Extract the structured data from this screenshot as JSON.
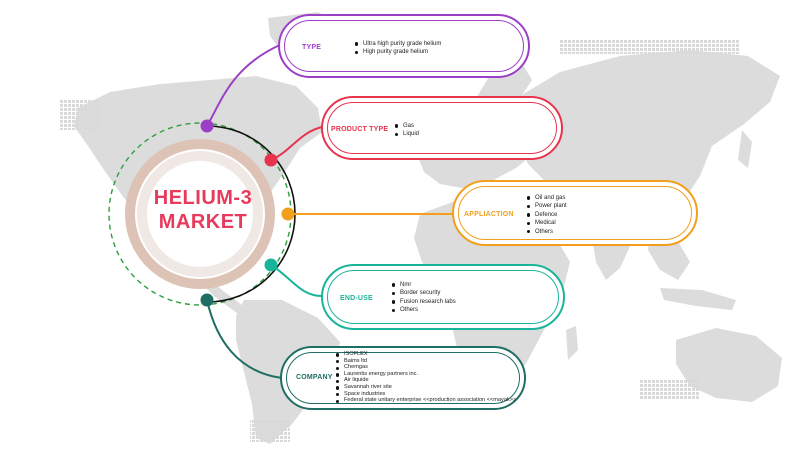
{
  "center": {
    "line1": "HELIUM-3",
    "line2": "MARKET"
  },
  "segments": [
    {
      "label": "TYPE",
      "color": "#9b3fc7",
      "items": [
        "Ultra high purity grade helium",
        "High purity grade helium"
      ]
    },
    {
      "label": "PRODUCT TYPE",
      "color": "#e8334f",
      "items": [
        "Gas",
        "Liquid"
      ]
    },
    {
      "label": "APPLIACTION",
      "color": "#f2a01c",
      "items": [
        "Oil and gas",
        "Power plant",
        "Defence",
        "Medical",
        "Others"
      ]
    },
    {
      "label": "END-USE",
      "color": "#19b59a",
      "items": [
        "Nmr",
        "Border security",
        "Fusion research labs",
        "Others"
      ]
    },
    {
      "label": "COMPANY",
      "color": "#1e6e63",
      "items": [
        "ISOFLEX",
        "Baims ltd",
        "Chemgas",
        "Laurentis energy partners inc.",
        "Air liquide",
        "Savannah river site",
        "Space industries",
        "Federal state unitary enterprise <<production association <<mayak>>"
      ]
    }
  ],
  "colors": {
    "map": "#dcdcdc",
    "ring_outer": "#ddc4b6",
    "ring_inner": "#ede7e3",
    "dashed_ring": "#2e9e3e",
    "title": "#e83a5c"
  }
}
